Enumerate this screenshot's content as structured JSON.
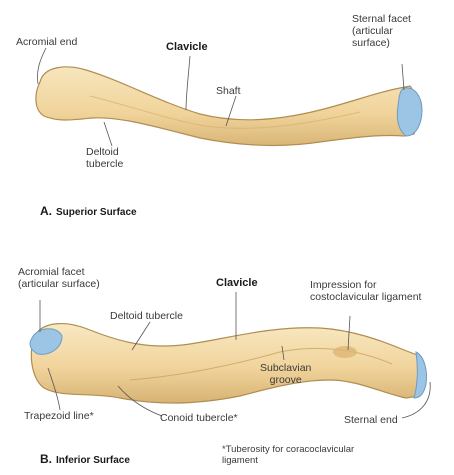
{
  "panel_a": {
    "letter": "A.",
    "title": "Superior Surface",
    "bone_title": "Clavicle",
    "labels": {
      "acromial_end": "Acromial end",
      "sternal_facet": "Sternal facet\n(articular\nsurface)",
      "shaft": "Shaft",
      "deltoid_tubercle": "Deltoid\ntubercle"
    }
  },
  "panel_b": {
    "letter": "B.",
    "title": "Inferior Surface",
    "bone_title": "Clavicle",
    "labels": {
      "acromial_facet": "Acromial facet\n(articular surface)",
      "impression": "Impression for\ncostoclavicular ligament",
      "deltoid_tubercle": "Deltoid tubercle",
      "subclavian_groove": "Subclavian\ngroove",
      "trapezoid_line": "Trapezoid line*",
      "conoid_tubercle": "Conoid tubercle*",
      "sternal_end": "Sternal end"
    },
    "footnote": "*Tuberosity for coracoclavicular\nligament"
  },
  "colors": {
    "bone": "#f2d9a4",
    "bone_edge": "#b08e52",
    "articular": "#9cc4e4",
    "leader": "#555555"
  }
}
